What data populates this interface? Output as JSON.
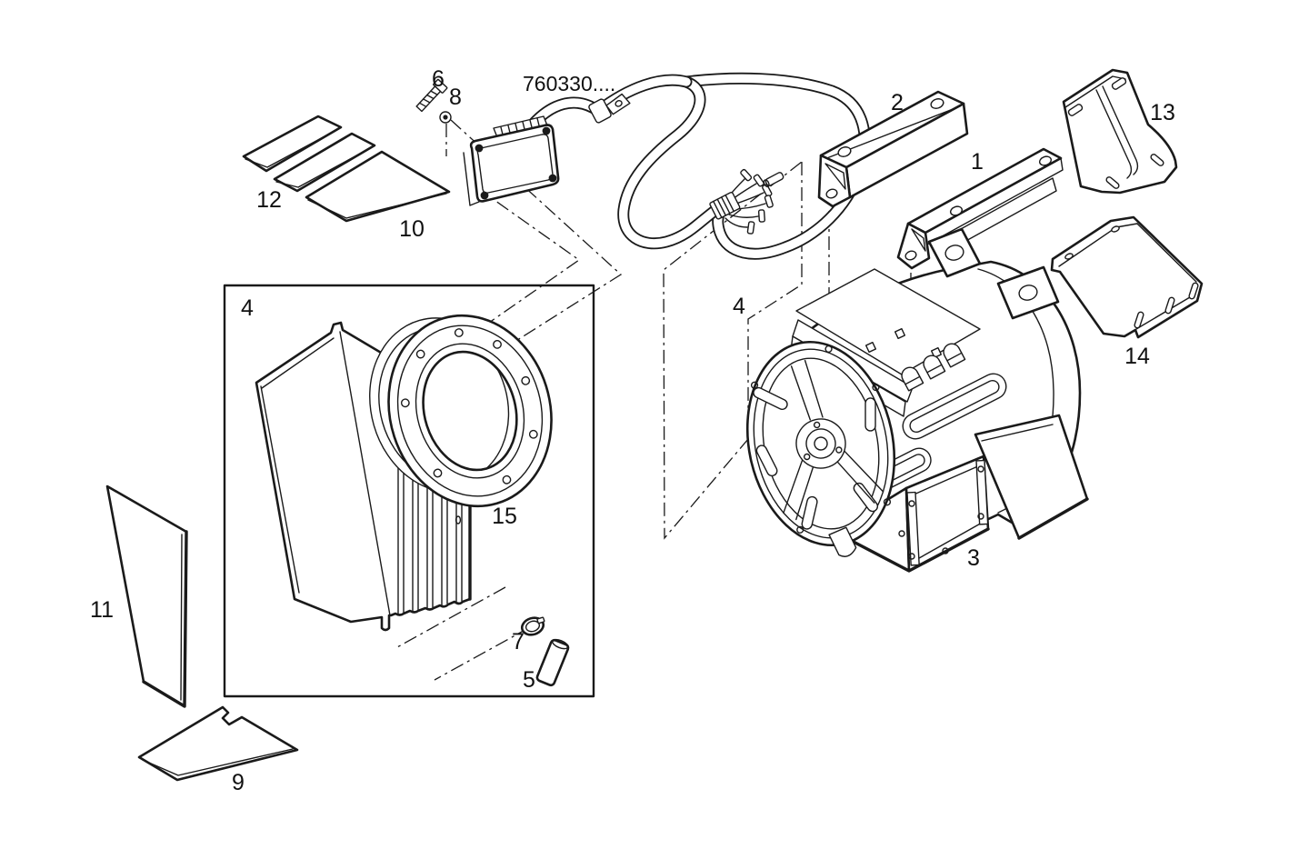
{
  "diagram": {
    "part_code": "760330....",
    "background_color": "#ffffff",
    "line_color": "#1a1a1a",
    "callouts": {
      "c1": "1",
      "c2": "2",
      "c3": "3",
      "c4_left": "4",
      "c4_right": "4",
      "c5": "5",
      "c6": "6",
      "c7": "7",
      "c8": "8",
      "c9": "9",
      "c10": "10",
      "c11": "11",
      "c12": "12",
      "c13": "13",
      "c14": "14",
      "c15": "15"
    }
  }
}
